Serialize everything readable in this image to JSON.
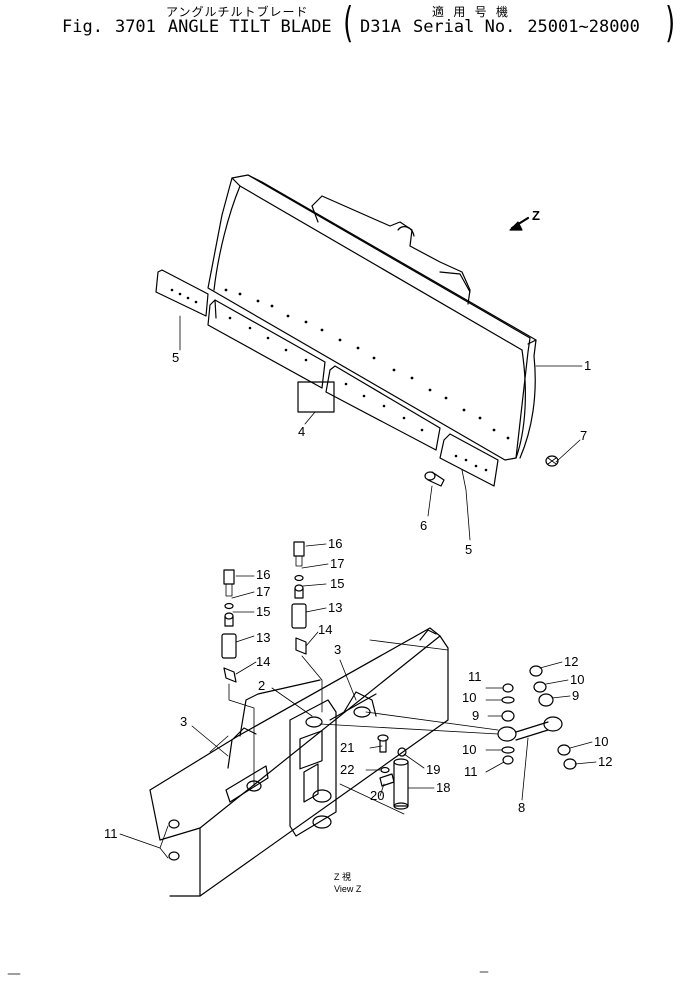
{
  "header": {
    "jp_title": "アングルチルトブレード",
    "jp_applicable": "適 用 号 機",
    "fig_label": "Fig.",
    "fig_number": "3701",
    "title": "ANGLE TILT BLADE",
    "model": "D31A",
    "serial_label": "Serial No.",
    "serial_range": "25001~28000"
  },
  "view": {
    "arrow_label": "Z",
    "caption_jp": "Z 視",
    "caption_en": "View Z"
  },
  "callouts": {
    "c1": "1",
    "c2": "2",
    "c3a": "3",
    "c3b": "3",
    "c4": "4",
    "c5a": "5",
    "c5b": "5",
    "c6": "6",
    "c7": "7",
    "c8": "8",
    "c9a": "9",
    "c9b": "9",
    "c10a": "10",
    "c10b": "10",
    "c10c": "10",
    "c11a": "11",
    "c11b": "11",
    "c11c": "11",
    "c12a": "12",
    "c12b": "12",
    "c13a": "13",
    "c13b": "13",
    "c14a": "14",
    "c14b": "14",
    "c15a": "15",
    "c15b": "15",
    "c16a": "16",
    "c16b": "16",
    "c17a": "17",
    "c17b": "17",
    "c18": "18",
    "c19": "19",
    "c20": "20",
    "c21": "21",
    "c22": "22"
  }
}
